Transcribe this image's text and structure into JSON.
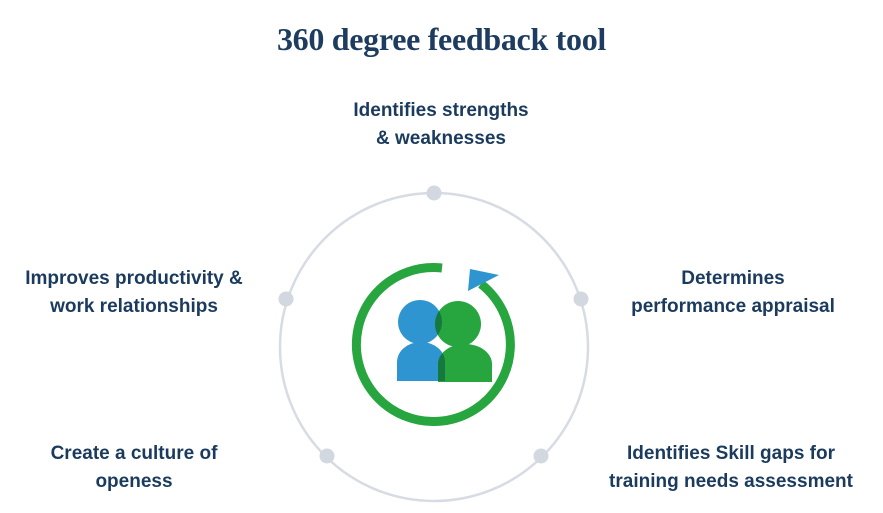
{
  "title": "360 degree feedback tool",
  "benefits": {
    "top": "Identifies strengths\n& weaknesses",
    "left": "Improves productivity &\nwork relationships",
    "right": "Determines\nperformance appraisal",
    "bottom_left": "Create a culture of\nopeness",
    "bottom_right": "Identifies Skill gaps for\ntraining needs assessment"
  },
  "diagram": {
    "center_icon": "two-people-rotation-arrow-icon",
    "ring_node_count": 5,
    "colors": {
      "title_navy": "#1d3c5f",
      "label_navy": "#1b3b5e",
      "green": "#27a53e",
      "blue": "#2f95d0",
      "overlap_dark_green": "#15793f",
      "ring_gray": "#d7dbe3"
    }
  }
}
